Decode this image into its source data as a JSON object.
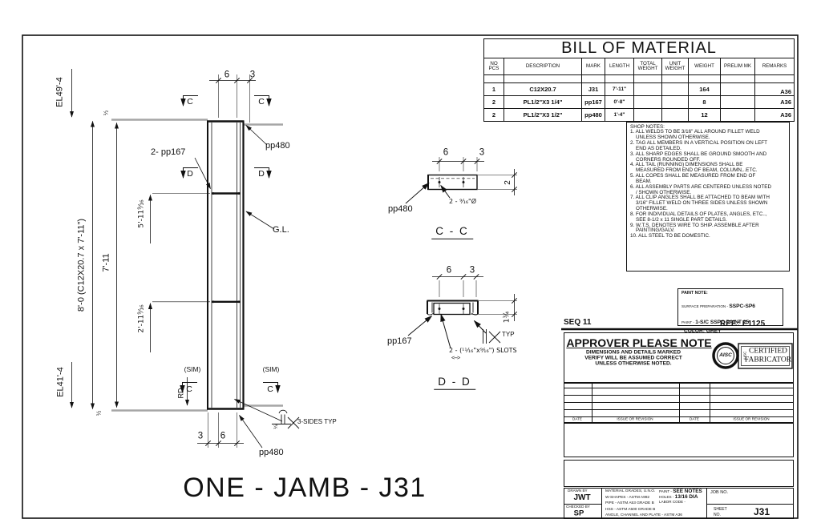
{
  "sheet": {
    "title": "ONE - JAMB - J31",
    "seq": "SEQ 11",
    "ref": "REF.:  E1125"
  },
  "bom": {
    "title": "BILL OF MATERIAL",
    "headers": [
      "NO\nPCS",
      "DESCRIPTION",
      "MARK",
      "LENGTH",
      "TOTAL\nWEIGHT",
      "UNIT\nWEIGHT",
      "WEIGHT",
      "PRELIM MK",
      "REMARKS"
    ],
    "rows": [
      [
        "1",
        "C12X20.7",
        "J31",
        "7'-11\"",
        "",
        "",
        "164",
        "",
        "A36"
      ],
      [
        "2",
        "PL1/2\"X3 1/4\"",
        "pp167",
        "0'-8\"",
        "",
        "",
        "8",
        "",
        "A36"
      ],
      [
        "2",
        "PL1/2\"X3 1/2\"",
        "pp480",
        "1'-4\"",
        "",
        "",
        "12",
        "",
        "A36"
      ]
    ]
  },
  "shop_notes": {
    "title": "SHOP NOTES:",
    "items": [
      "1. ALL WELDS TO BE 3/16\" ALL AROUND FILLET WELD UNLESS SHOWN OTHERWISE.",
      "2. TAG ALL MEMBERS IN A VERTICAL POSITION ON LEFT END AS DETAILED.",
      "3. ALL SHARP EDGES SHALL BE GROUND SMOOTH AND CORNERS ROUNDED OFF.",
      "4. ALL TAIL (RUNNING) DIMENSIONS SHALL BE MEASURED FROM END OF BEAM, COLUMN,..ETC.",
      "5. ALL COPES SHALL BE MEASURED FROM END OF BEAM.",
      "6. ALL ASSEMBLY PARTS ARE CENTERED UNLESS NOTED / SHOWN OTHERWISE.",
      "7. ALL CLIP ANGLES SHALL BE ATTACHED TO BEAM WITH 3/16\" FILLET WELD ON THREE SIDES UNLESS SHOWN OTHERWISE.",
      "8. FOR INDIVIDUAL DETAILS OF PLATES, ANGLES, ETC.., SEE 8-1/2 x 11 SINGLE PART DETAILS.",
      "9. W.T.S. DENOTES WIRE TO SHIP. ASSEMBLE AFTER PAINTING/GALV.",
      "10. ALL STEEL TO BE DOMESTIC."
    ]
  },
  "paint_note": {
    "title": "PAINT NOTE:",
    "prep_label": "SURFACE PREPARATION - ",
    "prep_value": "SSPC-SP6",
    "paint_label": "PAINT - ",
    "paint_value": "1-S/C SSPC  PAINT 25",
    "color": "COLOR: GREY"
  },
  "approver": {
    "title": "APPROVER PLEASE NOTE",
    "line1": "DIMENSIONS AND DETAILS MARKED",
    "line2": "VERIFY WILL BE ASSUMED CORRECT",
    "line3": "UNLESS OTHERWISE  NOTED.",
    "aisc": "AISC",
    "aisc_vertical": "AISC",
    "cert1": "CERTIFIED",
    "cert2": "FABRICATOR"
  },
  "revision": {
    "date1": "DATE",
    "issue1": "ISSUE OR REVISION",
    "date2": "DATE",
    "issue2": "ISSUE OR REVISION"
  },
  "title_block": {
    "drawn_label": "DRAWN BY",
    "drawn_by": "JWT",
    "checked_label": "CHECKED BY",
    "checked_by": "SP",
    "materials": [
      "MATERIAL GRADES, U.N.O.",
      "W-SHAPES - ASTM A992",
      "PIPE - ASTM A53 GRADE B",
      "HSS - ASTM A500 GRADE B",
      "ANGLE, CHANNEL AND PLATE - ASTM A36"
    ],
    "paint_label": "PAINT - ",
    "paint_value": "SEE NOTES",
    "holes_label": "HOLES - ",
    "holes_value": "13/16 DIA",
    "labor_label": "LABOR CODE - ",
    "job_label": "JOB NO.",
    "sheet_label": "SHEET\nNO.",
    "sheet_no": "J31"
  },
  "elevation": {
    "el_top": "EL49'-4",
    "el_bottom": "EL41'-4",
    "dim_overall": "8'-0 (C12X20.7 x 7'-11\")",
    "dim_member": "7'-11",
    "dim_upper_plate": "5'-11⁹⁄₁₆",
    "dim_lower_plate": "2'-11⁹⁄₁₆",
    "dim_half": "½",
    "rd": "RD",
    "dim_top_6": "6",
    "dim_top_3": "3",
    "dim_bot_3": "3",
    "dim_bot_6": "6",
    "sec_c": "C",
    "sec_d": "D",
    "sim": "(SIM)",
    "label_pp167": "2- pp167",
    "label_pp480_top": "pp480",
    "label_pp480_bottom": "pp480",
    "label_gl": "G.L.",
    "weld_note": "3-SIDES TYP",
    "weld_frac": "¼"
  },
  "section_cc": {
    "title": "C - C",
    "dim_6": "6",
    "dim_3": "3",
    "dim_2": "2",
    "label": "pp480",
    "holes_note": "2 - ⁹⁄₁₆\"Ø"
  },
  "section_dd": {
    "title": "D - D",
    "dim_6": "6",
    "dim_3": "3",
    "dim_134": "1¾",
    "label": "pp167",
    "slots_note": "2 - (¹¹⁄₁₆\"x⁹⁄₁₆\") SLOTS",
    "slots_arrow": "<--->",
    "typ": "TYP"
  }
}
